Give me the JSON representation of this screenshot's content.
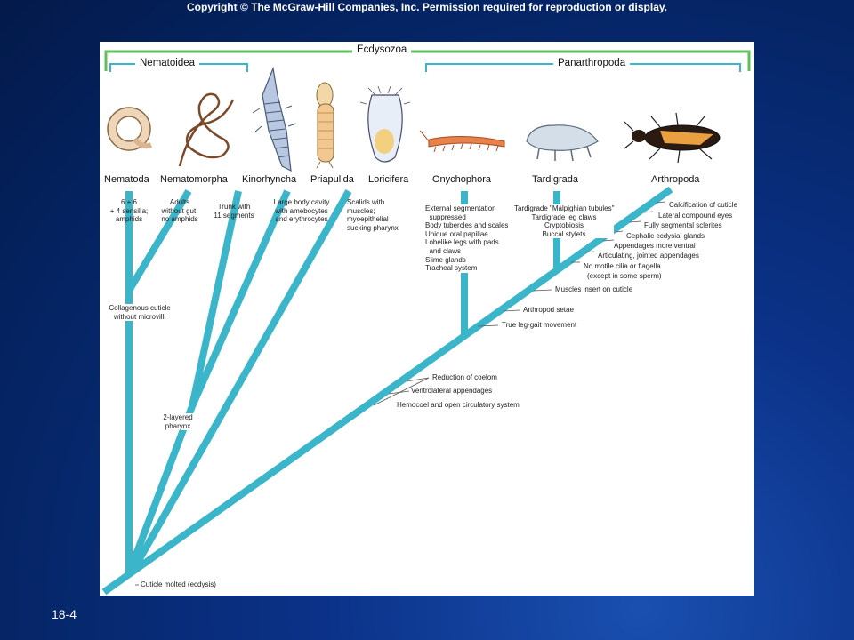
{
  "header": {
    "copyright": "Copyright © The McGraw-Hill Companies, Inc. Permission required for reproduction or display."
  },
  "slide_number": "18-4",
  "colors": {
    "branch": "#3bb5c9",
    "bracket": "#5fbf5f",
    "background": "#0b3288"
  },
  "groups": {
    "ecdysozoa": "Ecdysozoa",
    "nematoidea": "Nematoidea",
    "panarthropoda": "Panarthropoda"
  },
  "taxa": [
    "Nematoda",
    "Nematomorpha",
    "Kinorhyncha",
    "Priapulida",
    "Loricifera",
    "Onychophora",
    "Tardigrada",
    "Arthropoda"
  ],
  "organism_icons": [
    "roundworm-icon",
    "horsehair-worm-icon",
    "kinorhynch-icon",
    "priapulid-icon",
    "loriciferan-icon",
    "velvet-worm-icon",
    "water-bear-icon",
    "insect-icon"
  ],
  "notes": {
    "nematoda": "6 + 6\n+ 4 sensilla;\namphids",
    "nematomorpha": "Adults\nwithout gut;\nno amphids",
    "kinorhyncha": "Trunk with\n11 segments",
    "priapulida": "Large body cavity\nwith amebocytes\nand erythrocytes",
    "loricifera": "Scalids with\nmuscles;\nmyoepithelial\nsucking pharynx",
    "onychophora": "External segmentation\n  suppressed\nBody tubercles and scales\nUnique oral papillae\nLobelike legs with pads\n  and claws\nSlime glands\nTracheal system",
    "tardigrada": "Tardigrade \"Malpighian tubules\"\nTardigrade leg claws\nCryptobiosis\nBuccal stylets",
    "collagenous": "Collagenous cuticle\nwithout microvilli",
    "pharynx": "2-layered\npharynx"
  },
  "arthropoda_traits": [
    "Calcification of cuticle",
    "Lateral compound eyes",
    "Fully segmental sclerites",
    "Cephalic ecdysial glands",
    "Appendages more ventral",
    "Articulating, jointed appendages",
    "No motile cilia or flagella",
    "(except in some sperm)"
  ],
  "panarthropod_traits": [
    "Muscles insert on cuticle",
    "Arthropod setae",
    "True leg-gait movement"
  ],
  "stem_traits": [
    "Reduction of coelom",
    "Ventrolateral appendages",
    "Hemocoel and open circulatory system"
  ],
  "root_trait": "Cuticle molted (ecdysis)"
}
